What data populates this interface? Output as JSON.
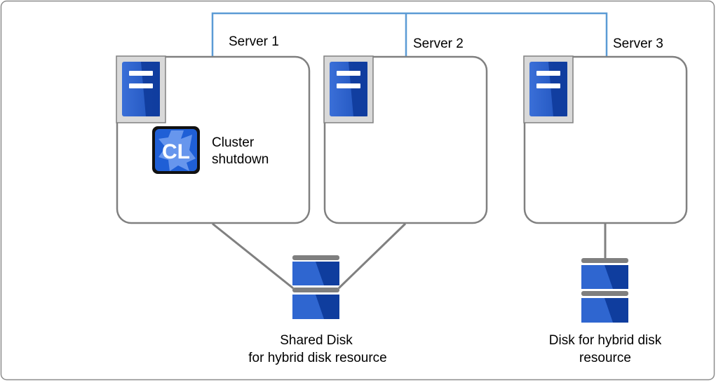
{
  "servers": [
    {
      "name": "Server 1"
    },
    {
      "name": "Server 2"
    },
    {
      "name": "Server 3"
    }
  ],
  "cluster_shutdown": {
    "icon_text": "CL",
    "label_line1": "Cluster",
    "label_line2": "shutdown"
  },
  "disks": {
    "shared": {
      "line1": "Shared Disk",
      "line2": "for hybrid disk resource"
    },
    "local": {
      "line1": "Disk for hybrid disk",
      "line2": "resource"
    }
  },
  "colors": {
    "network": "#5b9bd5",
    "frame": "#8c8c8c",
    "box_stroke": "#808080",
    "server_dark": "#0e3a9a",
    "server_light": "#3a6fd8",
    "disk_dark": "#0f3d9e",
    "disk_light": "#2f66d0",
    "disk_cap": "#7f7f7f"
  }
}
